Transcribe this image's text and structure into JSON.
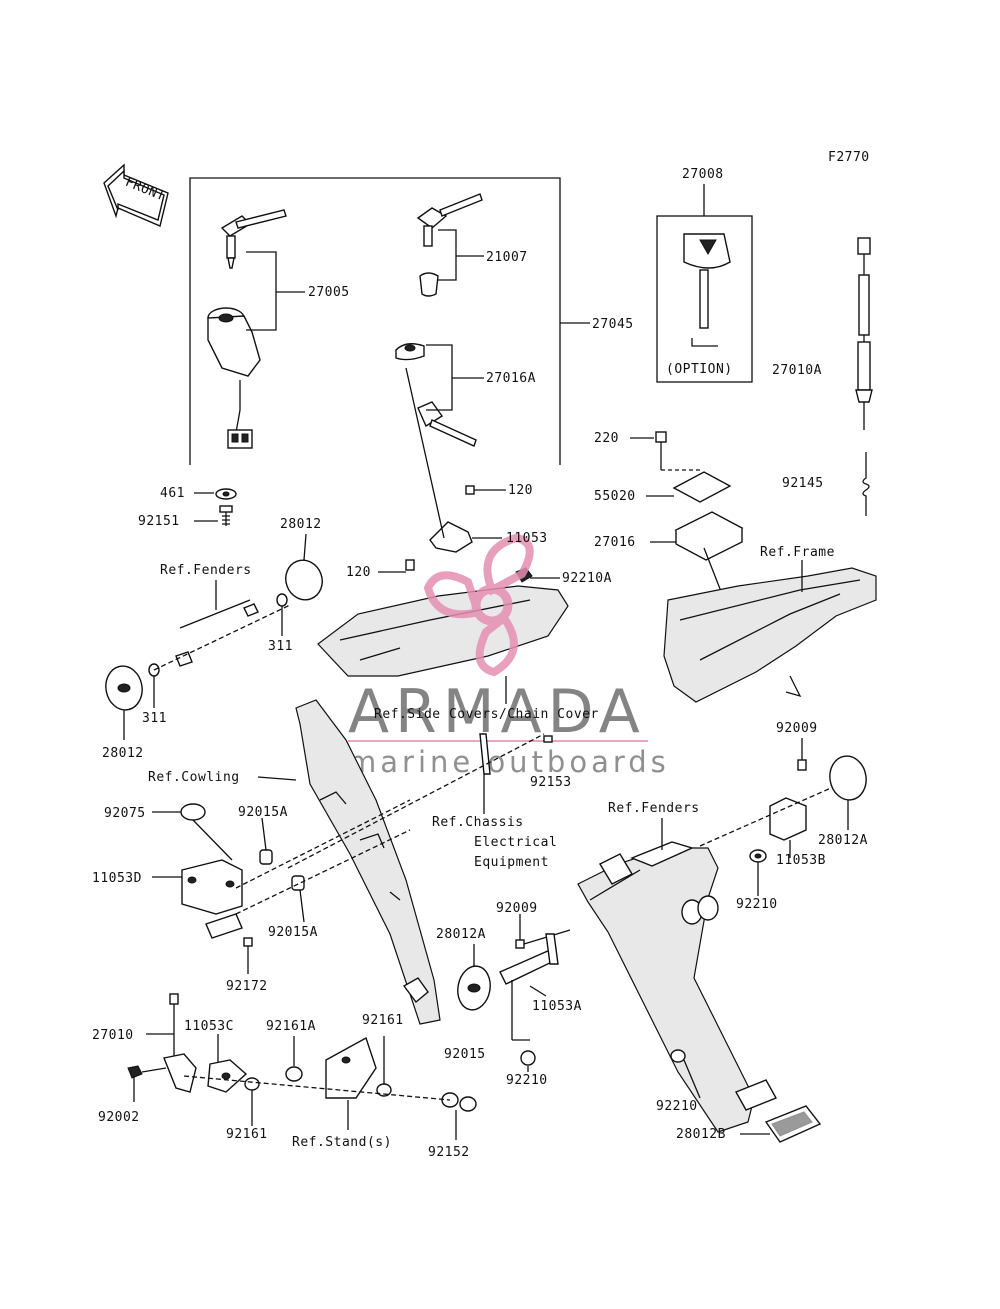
{
  "figure_code": "F2770",
  "front_arrow_label": "FRONT",
  "option_label": "(OPTION)",
  "watermark": {
    "brand": "ARMADA",
    "tagline": "marine outboards",
    "logo_color": "#e58fb0"
  },
  "labels": {
    "p27008": "27008",
    "p27005": "27005",
    "p21007": "21007",
    "p27045": "27045",
    "p27016A": "27016A",
    "p27010A": "27010A",
    "p220": "220",
    "p92145": "92145",
    "p55020": "55020",
    "p27016": "27016",
    "p461": "461",
    "p92151": "92151",
    "p28012_top": "28012",
    "p120_a": "120",
    "p11053": "11053",
    "p120_b": "120",
    "p92210A": "92210A",
    "p311_a": "311",
    "p311_b": "311",
    "p28012_bot": "28012",
    "p92009_r": "92009",
    "p92153": "92153",
    "p28012A_r": "28012A",
    "p92075": "92075",
    "p92015A_a": "92015A",
    "p11053D": "11053D",
    "p11053B": "11053B",
    "p92210_r": "92210",
    "p92009_m": "92009",
    "p92015A_b": "92015A",
    "p28012A_m": "28012A",
    "p92172": "92172",
    "p11053A": "11053A",
    "p27010": "27010",
    "p11053C": "11053C",
    "p92161A": "92161A",
    "p92161_a": "92161",
    "p92015": "92015",
    "p92210_m": "92210",
    "p92002": "92002",
    "p92161_b": "92161",
    "p92152": "92152",
    "p92210_b": "92210",
    "p28012B": "28012B"
  },
  "refs": {
    "fenders_left": "Ref.Fenders",
    "frame": "Ref.Frame",
    "side_covers": "Ref.Side Covers/Chain Cover",
    "cowling": "Ref.Cowling",
    "chassis_1": "Ref.Chassis",
    "chassis_2": "Electrical",
    "chassis_3": "Equipment",
    "fenders_right": "Ref.Fenders",
    "stand": "Ref.Stand(s)"
  }
}
